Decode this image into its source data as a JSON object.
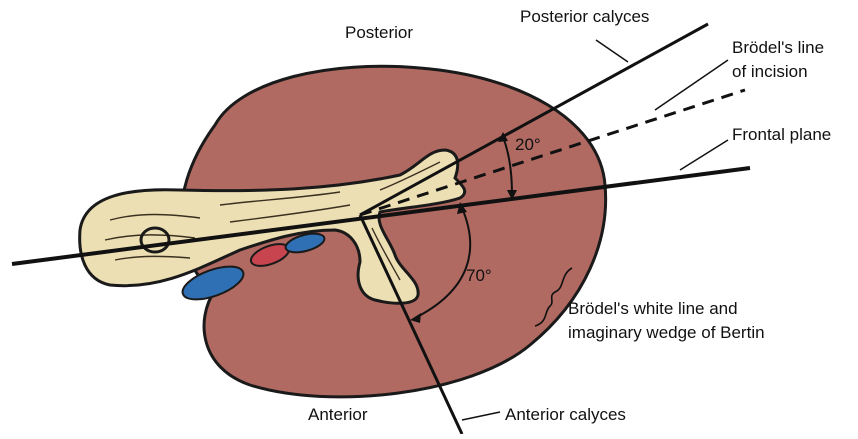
{
  "labels": {
    "posterior": "Posterior",
    "anterior": "Anterior",
    "posterior_calyces": "Posterior calyces",
    "brodel_line_1": "Brödel's line",
    "brodel_line_2": "of incision",
    "frontal_plane": "Frontal plane",
    "white_line_1": "Brödel's white line and",
    "white_line_2": "imaginary wedge of Bertin",
    "anterior_calyces": "Anterior calyces",
    "angle_small": "20°",
    "angle_large": "70°"
  },
  "colors": {
    "kidney": "#b06a62",
    "pelvis": "#ecdfb3",
    "vessel_blue": "#2f6fb4",
    "vessel_red": "#c8454f",
    "ink": "#111111"
  }
}
